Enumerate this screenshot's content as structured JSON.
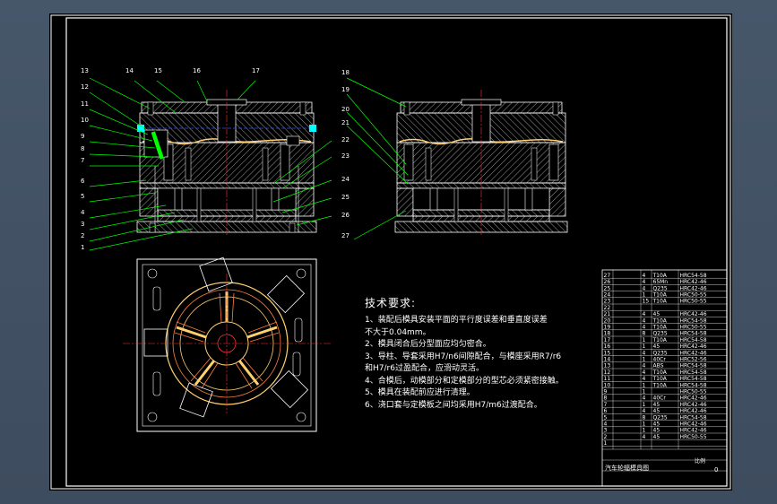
{
  "balloons_left": [
    "13",
    "12",
    "11",
    "10",
    "9",
    "8",
    "7",
    "6",
    "5",
    "4",
    "3",
    "2",
    "1"
  ],
  "balloons_top": [
    "14",
    "15",
    "16",
    "17"
  ],
  "balloons_right_front": [
    "22",
    "23",
    "24",
    "25",
    "26"
  ],
  "balloons_side_left": [
    "18",
    "19",
    "20",
    "21"
  ],
  "balloon_side_bottom": "27",
  "notes": {
    "title": "技术要求:",
    "lines": [
      "1、装配后模具安装平面的平行度误差和垂直度误差",
      "     不大于0.04mm。",
      "2、模具闭合后分型面应均匀密合。",
      "3、导柱、导套采用H7/n6间隙配合，与模座采用R7/r6",
      "     和H7/r6过盈配合，应滑动灵活。",
      "4、合模后，动模部分和定模部分的型芯必须紧密接触。",
      "5、模具在装配前应进行清理。",
      "6、浇口套与定模板之间均采用H7/m6过渡配合。"
    ]
  },
  "bom": [
    [
      "27",
      "",
      "4",
      "T10A",
      "HRC54-58"
    ],
    [
      "26",
      "",
      "4",
      "65Mn",
      "HRC42-46"
    ],
    [
      "25",
      "",
      "4",
      "Q235",
      "HRC42-46"
    ],
    [
      "24",
      "",
      "1",
      "T10A",
      "HRC50-55"
    ],
    [
      "23",
      "",
      "15",
      "T10A",
      "HRC50-55"
    ],
    [
      "22",
      "",
      "",
      "",
      ""
    ],
    [
      "21",
      "",
      "4",
      "45",
      "HRC42-46"
    ],
    [
      "20",
      "",
      "4",
      "T10A",
      "HRC54-58"
    ],
    [
      "19",
      "",
      "4",
      "T10A",
      "HRC50-55"
    ],
    [
      "18",
      "",
      "8",
      "Q235",
      "HRC54-58"
    ],
    [
      "17",
      "",
      "1",
      "T10A",
      "HRC54-58"
    ],
    [
      "16",
      "",
      "1",
      "45",
      "HRC42-46"
    ],
    [
      "15",
      "",
      "4",
      "Q235",
      "HRC42-46"
    ],
    [
      "14",
      "",
      "1",
      "40Cr",
      "HRC52-56"
    ],
    [
      "13",
      "",
      "4",
      "ABS",
      "HRC54-58"
    ],
    [
      "12",
      "",
      "4",
      "T10A",
      "HRC54-58"
    ],
    [
      "11",
      "",
      "4",
      "T10A",
      "HRC54-58"
    ],
    [
      "10",
      "",
      "1",
      "T10A",
      "HRC54-58"
    ],
    [
      "9",
      "",
      "1",
      "",
      "HRC50-55"
    ],
    [
      "8",
      "",
      "4",
      "40Cr",
      "HRC42-46"
    ],
    [
      "7",
      "",
      "1",
      "45",
      "HRC42-46"
    ],
    [
      "6",
      "",
      "4",
      "45",
      "HRC42-46"
    ],
    [
      "5",
      "",
      "8",
      "Q235",
      "HRC54-58"
    ],
    [
      "4",
      "",
      "1",
      "45",
      "HRC42-46"
    ],
    [
      "3",
      "",
      "1",
      "45",
      "HRC42-46"
    ],
    [
      "2",
      "",
      "4",
      "45",
      "HRC50-55"
    ],
    [
      "1",
      "",
      "",
      "",
      ""
    ]
  ],
  "title_block": {
    "name": "汽车轮辐模具图",
    "scale_label": "比例",
    "sheet_no": "0"
  },
  "colors": {
    "sheet": "#000000",
    "frame": "#ffffff",
    "leader": "#00ff00",
    "section": "#ffffff",
    "part_yellow": "#ffd070",
    "part_orange": "#ff8040",
    "part_red": "#ff3030",
    "cyan": "#00ffff",
    "blue": "#3050ff"
  }
}
